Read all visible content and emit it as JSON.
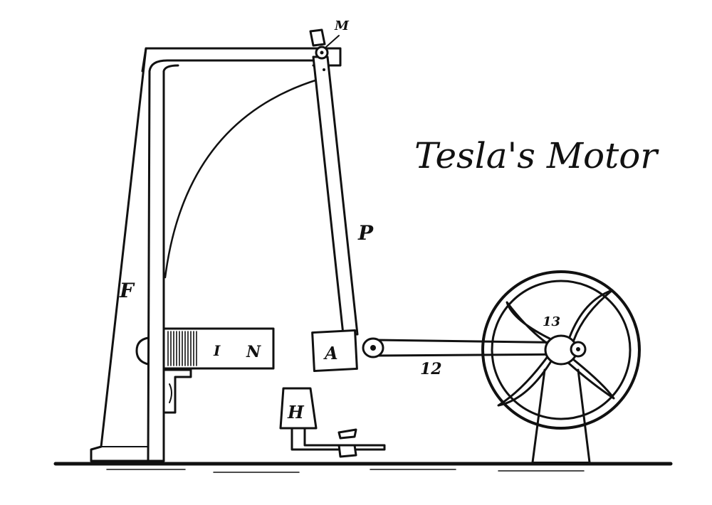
{
  "title": "Tesla's Motor",
  "labels": {
    "frame": "F",
    "pendulum": "P",
    "pivot": "M",
    "magnet": "N",
    "armature": "A",
    "magnet_mark": "I",
    "rod": "12",
    "wheel_pin": "13",
    "flame": "H"
  },
  "colors": {
    "ink": "#111111",
    "paper": "#ffffff"
  }
}
